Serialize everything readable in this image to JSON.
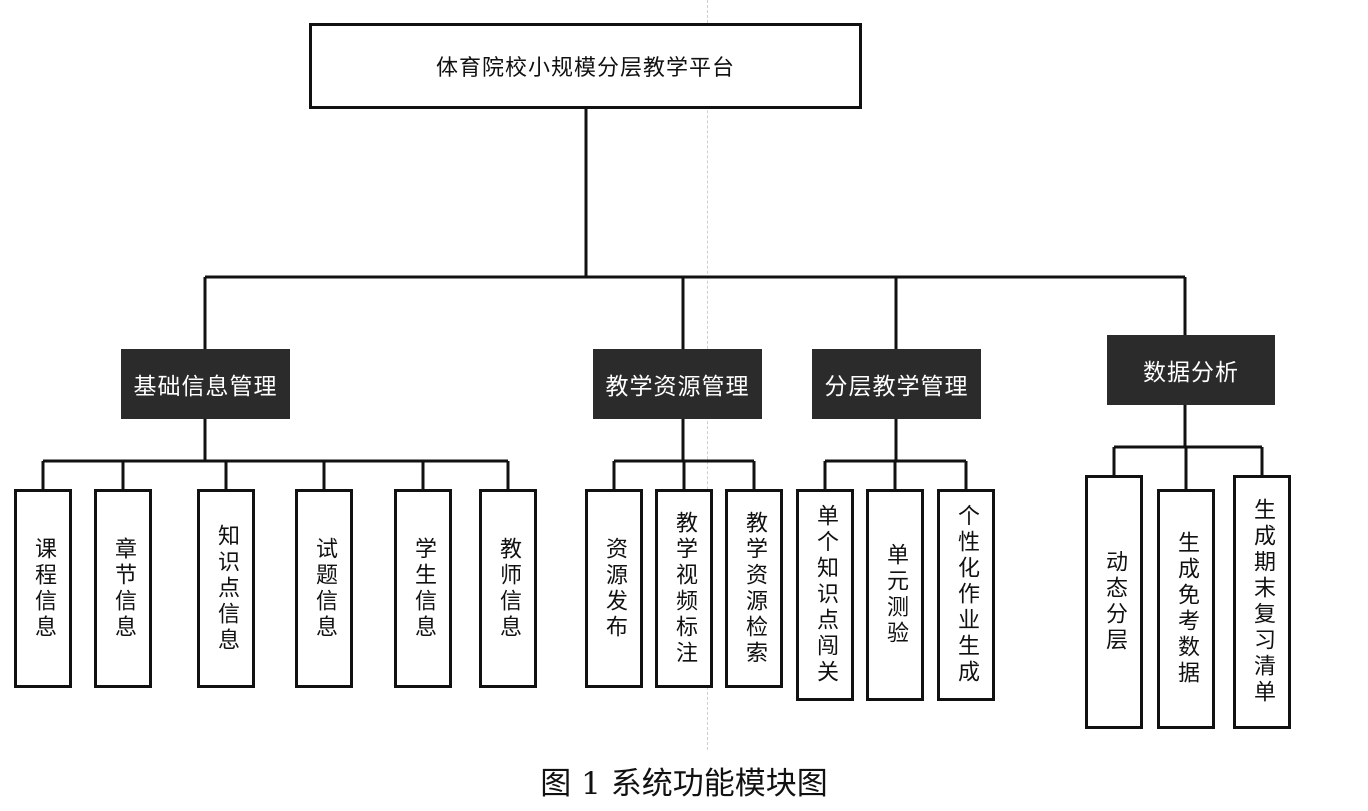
{
  "root": {
    "label": "体育院校小规模分层教学平台"
  },
  "categories": [
    {
      "label": "基础信息管理",
      "children": [
        {
          "label": "课程信息"
        },
        {
          "label": "章节信息"
        },
        {
          "label": "知识点信息"
        },
        {
          "label": "试题信息"
        },
        {
          "label": "学生信息"
        },
        {
          "label": "教师信息"
        }
      ]
    },
    {
      "label": "教学资源管理",
      "children": [
        {
          "label": "资源发布"
        },
        {
          "label": "教学视频标注"
        },
        {
          "label": "教学资源检索"
        }
      ]
    },
    {
      "label": "分层教学管理",
      "children": [
        {
          "label": "单个知识点闯关"
        },
        {
          "label": "单元测验"
        },
        {
          "label": "个性化作业生成"
        }
      ]
    },
    {
      "label": "数据分析",
      "children": [
        {
          "label": "动态分层"
        },
        {
          "label": "生成免考数据"
        },
        {
          "label": "生成期末复习清单"
        }
      ]
    }
  ],
  "caption": "图 1  系统功能模块图"
}
